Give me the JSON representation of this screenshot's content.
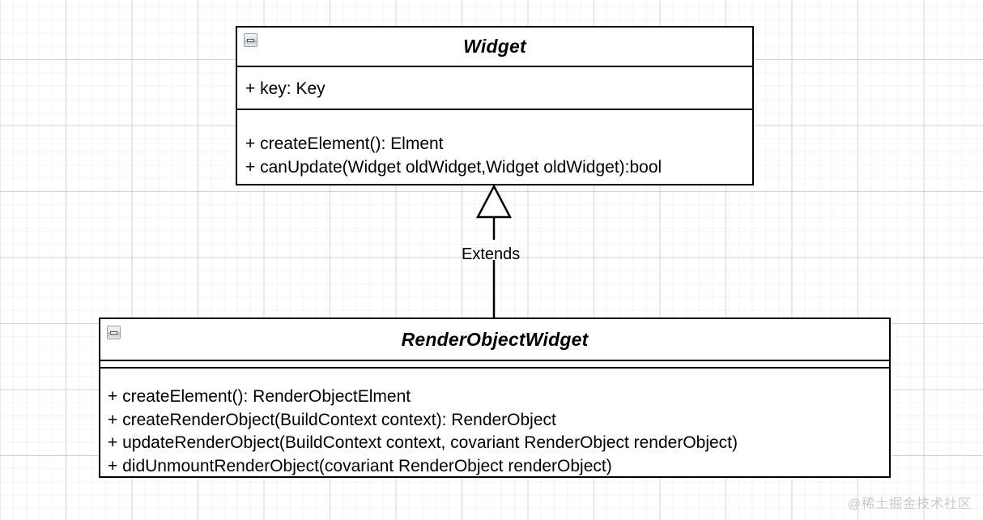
{
  "diagram": {
    "type": "uml-class-diagram",
    "background": "grid",
    "classes": [
      {
        "id": "widget",
        "name": "Widget",
        "collapse_icon": "collapse-minus-icon",
        "attributes": [
          "+ key: Key"
        ],
        "methods": [
          "+ createElement(): Elment",
          "+ canUpdate(Widget oldWidget,Widget oldWidget):bool"
        ]
      },
      {
        "id": "renderobjectwidget",
        "name": "RenderObjectWidget",
        "collapse_icon": "collapse-minus-icon",
        "attributes": [],
        "methods": [
          "+ createElement(): RenderObjectElment",
          "+ createRenderObject(BuildContext context): RenderObject",
          "+ updateRenderObject(BuildContext context, covariant RenderObject renderObject)",
          "+ didUnmountRenderObject(covariant RenderObject renderObject)"
        ]
      }
    ],
    "relationships": [
      {
        "id": "extends",
        "label": "Extends",
        "kind": "generalization",
        "from": "RenderObjectWidget",
        "to": "Widget",
        "arrow": "hollow-triangle"
      }
    ]
  },
  "watermark": {
    "text": "@稀土掘金技术社区"
  },
  "colors": {
    "stroke": "#000000",
    "background": "#ffffff",
    "grid_minor": "#eaeaea",
    "grid_major": "#c8c8c8",
    "watermark": "#c6c9cc"
  }
}
